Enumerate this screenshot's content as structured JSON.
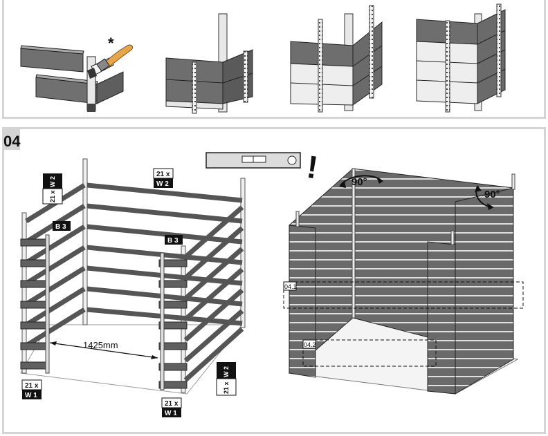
{
  "step_number": "04",
  "asterisk": "*",
  "warning_mark": "!",
  "dimension": "1425mm",
  "angle_left": "90°",
  "angle_right": "90°",
  "callout_1": "04.1",
  "callout_2": "04.2",
  "labels": {
    "w2_back_qty": "21 x",
    "w2_back_code": "W 2",
    "w2_left_qty": "21 x",
    "w2_left_code": "W 2",
    "w2_right_qty": "21 x",
    "w2_right_code": "W 2",
    "w1_left_qty": "21 x",
    "w1_left_code": "W 1",
    "w1_right_qty": "21 x",
    "w1_right_code": "W 1",
    "b3_left": "B 3",
    "b3_right": "B 3"
  },
  "colors": {
    "board": "#6d6d6d",
    "board_dark": "#555555",
    "wall_light": "#e6e6e6",
    "border": "#d4d4d4",
    "ink": "#1a1a1a"
  }
}
